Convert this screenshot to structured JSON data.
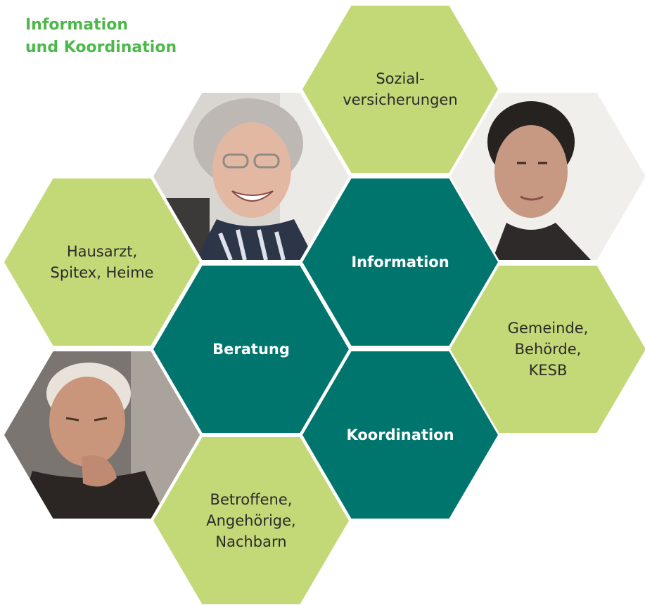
{
  "title": {
    "line1": "Information",
    "line2": "und Koordination"
  },
  "hexagons": {
    "sozial": {
      "line1": "Sozial-",
      "line2": "versicherungen"
    },
    "hausarzt": {
      "line1": "Hausarzt,",
      "line2": "Spitex, Heime"
    },
    "information": {
      "label": "Information"
    },
    "beratung": {
      "label": "Beratung"
    },
    "gemeinde": {
      "line1": "Gemeinde,",
      "line2": "Behörde,",
      "line3": "KESB"
    },
    "koordination": {
      "label": "Koordination"
    },
    "betroffene": {
      "line1": "Betroffene,",
      "line2": "Angehörige,",
      "line3": "Nachbarn"
    }
  },
  "colors": {
    "title": "#4db84a",
    "light_hex": "#c3d977",
    "dark_hex": "#00756e"
  },
  "photos": [
    "smiling-elderly-woman-photo",
    "short-haired-woman-photo",
    "thinking-elderly-man-photo"
  ]
}
